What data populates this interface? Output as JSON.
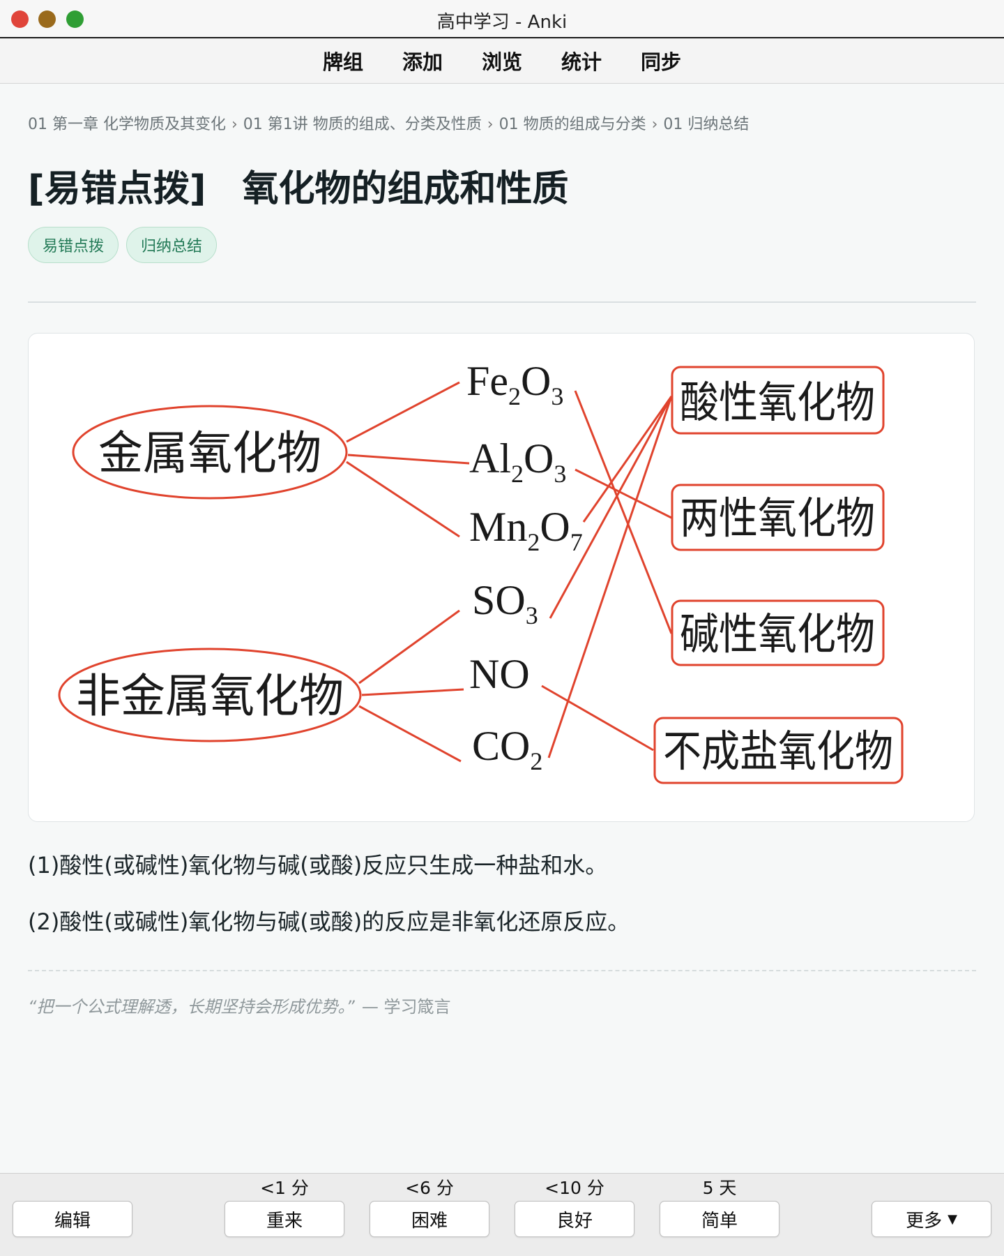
{
  "window": {
    "title": "高中学习 - Anki"
  },
  "nav": {
    "items": [
      "牌组",
      "添加",
      "浏览",
      "统计",
      "同步"
    ]
  },
  "breadcrumb": [
    "01 第一章 化学物质及其变化",
    "01 第1讲 物质的组成、分类及性质",
    "01 物质的组成与分类",
    "01 归纳总结"
  ],
  "breadcrumb_sep": "›",
  "card": {
    "title": "[易错点拨]　氧化物的组成和性质",
    "tags": [
      "易错点拨",
      "归纳总结"
    ],
    "notes": [
      "(1)酸性(或碱性)氧化物与碱(或酸)反应只生成一种盐和水。",
      "(2)酸性(或碱性)氧化物与碱(或酸)的反应是非氧化还原反应。"
    ],
    "quote": {
      "text": "“把一个公式理解透，长期坚持会形成优势。”",
      "source": "— 学习箴言"
    }
  },
  "diagram": {
    "groups": [
      "金属氧化物",
      "非金属氧化物"
    ],
    "compounds": [
      {
        "base1": "Fe",
        "sub1": "2",
        "base2": "O",
        "sub2": "3"
      },
      {
        "base1": "Al",
        "sub1": "2",
        "base2": "O",
        "sub2": "3"
      },
      {
        "base1": "Mn",
        "sub1": "2",
        "base2": "O",
        "sub2": "7"
      },
      {
        "base1": "SO",
        "sub1": "3",
        "base2": "",
        "sub2": ""
      },
      {
        "base1": "NO",
        "sub1": "",
        "base2": "",
        "sub2": ""
      },
      {
        "base1": "CO",
        "sub1": "2",
        "base2": "",
        "sub2": ""
      }
    ],
    "categories": [
      "酸性氧化物",
      "两性氧化物",
      "碱性氧化物",
      "不成盐氧化物"
    ],
    "accent_color": "#e0432d"
  },
  "answer_bar": {
    "edit": "编辑",
    "buttons": [
      {
        "label": "重来",
        "interval": "<1 分"
      },
      {
        "label": "困难",
        "interval": "<6 分"
      },
      {
        "label": "良好",
        "interval": "<10 分"
      },
      {
        "label": "简单",
        "interval": "5 天"
      }
    ],
    "more": "更多"
  }
}
